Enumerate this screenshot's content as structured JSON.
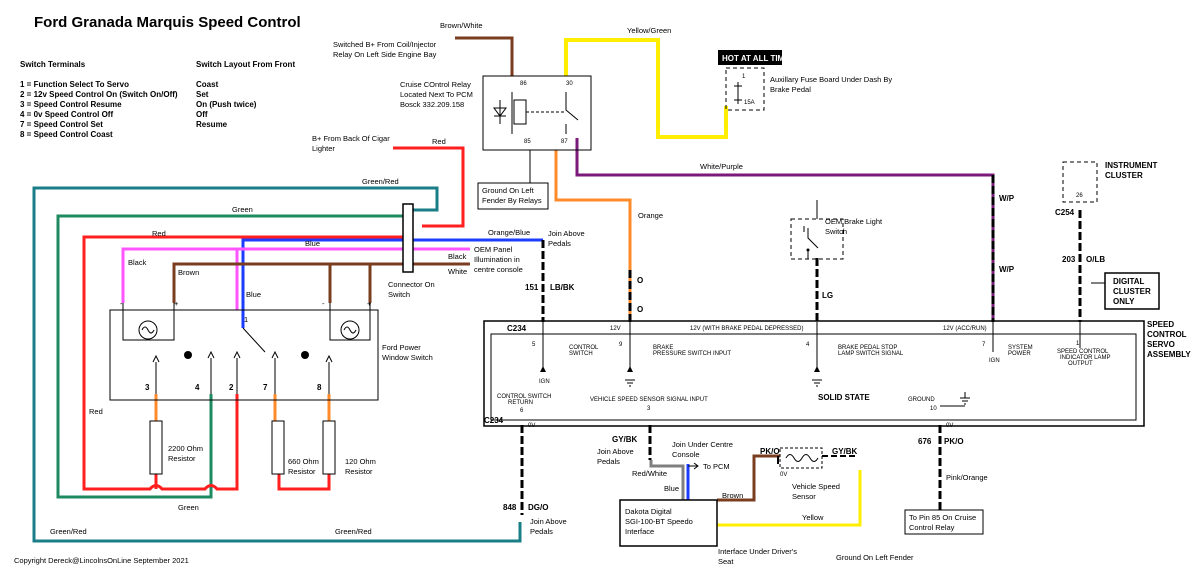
{
  "title": "Ford Granada Marquis Speed Control",
  "switch_terminals": {
    "heading": "Switch Terminals",
    "items": [
      "1 = Function Select To Servo",
      "2 = 12v Speed Control On (Switch On/Off)",
      "3 = Speed Control Resume",
      "4 = 0v Speed Control Off",
      "7 = Speed Control Set",
      "8 = Speed Control Coast"
    ]
  },
  "switch_layout": {
    "heading": "Switch Layout From Front",
    "items": [
      "Coast",
      "Set",
      "On (Push twice)",
      "Off",
      "Resume"
    ]
  },
  "copyright": "Copyright Dereck@LincolnsOnLine September 2021",
  "relay": {
    "desc": [
      "Cruise COntrol Relay",
      "Located Next To PCM",
      "Bosck 332.209.158"
    ],
    "pin86": "86",
    "pin30": "30",
    "pin85": "85",
    "pin87": "87",
    "switched_b": [
      "Switched B+ From Coil/Injector",
      "Relay On Left Side Engine Bay"
    ],
    "b_plus": [
      "B+ From Back Of Cigar",
      "Lighter"
    ],
    "ground": [
      "Ground On Left",
      "Fender By Relays"
    ]
  },
  "fuse": {
    "label": "HOT AT ALL TIMES",
    "desc": [
      "Auxillary Fuse Board Under Dash By",
      "Brake Pedal"
    ],
    "pin": "1",
    "rating": "15A"
  },
  "wire_labels": {
    "brown_white": "Brown/White",
    "yellow_green": "Yellow/Green",
    "red_top": "Red",
    "white_purple": "White/Purple",
    "orange": "Orange",
    "orange_blue": "Orange/Blue",
    "join_above_pedals": "Join Above Pedals",
    "green_red_top": "Green/Red",
    "green_top": "Green",
    "red_mid": "Red",
    "blue_top": "Blue",
    "black_right": "Black",
    "white_right": "White",
    "oem_panel": [
      "OEM Panel",
      "Illumination in",
      "centre console"
    ],
    "black_left": "Black",
    "brown_left": "Brown",
    "blue_mid": "Blue",
    "red_left": "Red",
    "green_bottom": "Green",
    "green_red_bl": "Green/Red",
    "green_red_bm": "Green/Red"
  },
  "connector_label": [
    "Connector On",
    "Switch"
  ],
  "window_switch": {
    "label": [
      "Ford Power",
      "Window Switch"
    ],
    "minus": "-",
    "plus": "+",
    "term1": "1",
    "pins": [
      "3",
      "4",
      "2",
      "7",
      "8"
    ]
  },
  "resistors": {
    "r2200": [
      "2200 Ohm",
      "Resistor"
    ],
    "r660": [
      "660 Ohm",
      "Resistor"
    ],
    "r120": [
      "120 Ohm",
      "Resistor"
    ]
  },
  "brake_switch": [
    "OEM Brake Light",
    "Switch"
  ],
  "cluster": {
    "label": [
      "INSTRUMENT",
      "CLUSTER"
    ],
    "pin": "26",
    "conn": "C254",
    "wire_num": "203",
    "wire_color": "O/LB",
    "digital": [
      "DIGITAL",
      "CLUSTER",
      "ONLY"
    ]
  },
  "servo": {
    "label": [
      "SPEED",
      "CONTROL",
      "SERVO",
      "ASSEMBLY"
    ],
    "c234_top": "C234",
    "c234_bot": "C234",
    "v12": "12V",
    "v12_brake": "12V (WITH BRAKE PEDAL DEPRESSED)",
    "v12_acc": "12V (ACC/RUN)",
    "wires": {
      "w151": "151",
      "lbbk": "LB/BK",
      "o1": "O",
      "o2": "O",
      "lg": "LG",
      "wp1": "W/P",
      "wp2": "W/P",
      "w848": "848",
      "dgo": "DG/O",
      "gybk_left": "GY/BK",
      "w676": "676",
      "pko": "PK/O",
      "v0": "0V",
      "v0b": "0V"
    },
    "pins": {
      "p5": "5",
      "p9": "9",
      "p4": "4",
      "p7": "7",
      "p1": "1",
      "p6": "6",
      "p3": "3",
      "p10": "10"
    },
    "fn": {
      "control_switch": [
        "CONTROL",
        "SWITCH"
      ],
      "brake_input": [
        "BRAKE",
        "PRESSURE SWITCH INPUT"
      ],
      "brake_stop": [
        "BRAKE PEDAL STOP",
        "LAMP SWITCH SIGNAL"
      ],
      "system_power": [
        "SYSTEM",
        "POWER"
      ],
      "indicator": [
        "SPEED CONTROL",
        "INDICATOR LAMP",
        "OUTPUT"
      ],
      "return": [
        "CONTROL SWITCH",
        "RETURN"
      ],
      "vss": "VEHICLE SPEED SENSOR SIGNAL INPUT",
      "solid_state": "SOLID STATE",
      "ground": "GROUND",
      "ign1": "IGN",
      "ign2": "IGN"
    }
  },
  "lower": {
    "join_pedals_gy": [
      "Join Above",
      "Pedals"
    ],
    "join_centre": [
      "Join Under Centre",
      "Console"
    ],
    "to_pcm": "To PCM",
    "red_white": "Red/White",
    "blue": "Blue",
    "brown": "Brown",
    "yellow": "Yellow",
    "pk_o_vss": "PK/O",
    "gybk_vss": "GY/BK",
    "v0": "0V",
    "vss_label": [
      "Vehicle Speed",
      "Sensor"
    ],
    "dakota": [
      "Dakota Digital",
      "SGI-100-BT Speedo",
      "Interface"
    ],
    "interface_under": [
      "Interface Under Driver's",
      "Seat"
    ],
    "join_pedals_dg": [
      "Join Above",
      "Pedals"
    ],
    "pink_orange": "Pink/Orange",
    "to_pin85": [
      "To Pin 85 On Cruise",
      "Control Relay"
    ],
    "ground_fender": "Ground On Left Fender"
  },
  "colors": {
    "red": "#ff1f1f",
    "blue": "#1c3cff",
    "green": "#1e8a60",
    "teal": "#1a7e88",
    "brown": "#7a3d1f",
    "magenta": "#ff55ff",
    "yellow": "#ffee00",
    "orange": "#ff8a2a",
    "purple": "#7a1a7a",
    "black": "#000000"
  }
}
